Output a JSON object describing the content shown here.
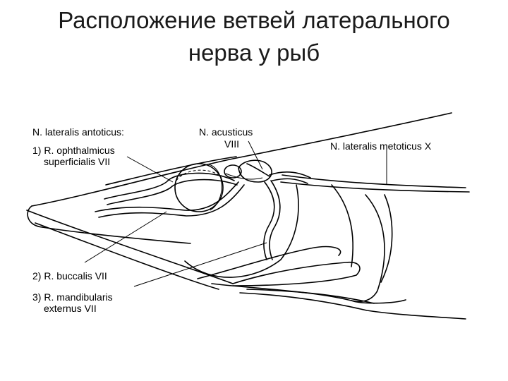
{
  "title": {
    "line1": "Расположение ветвей латерального",
    "line2": "нерва у рыб"
  },
  "labels": {
    "antoticus": "N. lateralis antoticus:",
    "ophthalmicus_1": "1) R. ophthalmicus",
    "ophthalmicus_2": "superficialis VII",
    "acusticus_1": "N. acusticus",
    "acusticus_2": "VIII",
    "metoticus": "N. lateralis metoticus X",
    "buccalis": "2) R. buccalis VII",
    "mandibularis_1": "3) R. mandibularis",
    "mandibularis_2": "externus VII"
  },
  "colors": {
    "line": "#000000",
    "background": "#ffffff"
  }
}
